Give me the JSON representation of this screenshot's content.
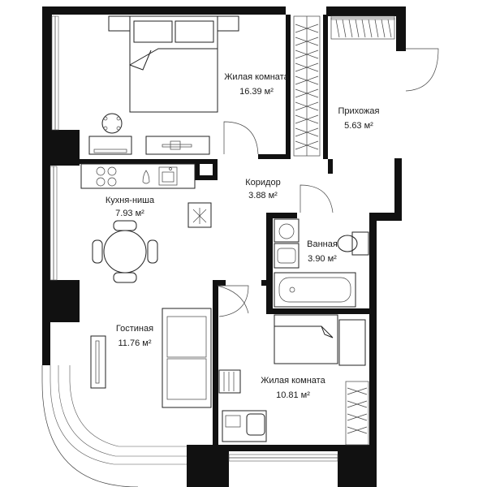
{
  "rooms": [
    {
      "id": "bedroom1",
      "name": "Жилая комната",
      "area": "16.39 м²"
    },
    {
      "id": "hall",
      "name": "Прихожая",
      "area": "5.63 м²"
    },
    {
      "id": "corridor",
      "name": "Коридор",
      "area": "3.88 м²"
    },
    {
      "id": "kitchen",
      "name": "Кухня-ниша",
      "area": "7.93 м²"
    },
    {
      "id": "bath",
      "name": "Ванная",
      "area": "3.90 м²"
    },
    {
      "id": "living",
      "name": "Гостиная",
      "area": "11.76 м²"
    },
    {
      "id": "bedroom2",
      "name": "Жилая комната",
      "area": "10.81 м²"
    }
  ],
  "colors": {
    "wall": "#111111",
    "line": "#222222",
    "background": "#ffffff"
  }
}
